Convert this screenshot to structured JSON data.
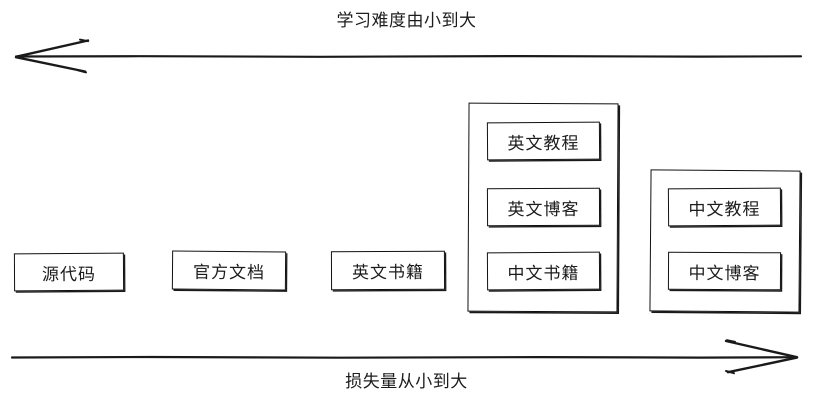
{
  "diagram": {
    "top_axis": {
      "label": "学习难度由小到大",
      "direction": "left",
      "arrow_name": "difficulty-axis-arrow-left"
    },
    "bottom_axis": {
      "label": "损失量从小到大",
      "direction": "right",
      "arrow_name": "loss-axis-arrow-right"
    },
    "nodes": [
      {
        "label": "源代码"
      },
      {
        "label": "官方文档"
      },
      {
        "label": "英文书籍"
      }
    ],
    "groups": [
      {
        "name": "group-english-mixed",
        "items": [
          {
            "label": "英文教程"
          },
          {
            "label": "英文博客"
          },
          {
            "label": "中文书籍"
          }
        ]
      },
      {
        "name": "group-chinese",
        "items": [
          {
            "label": "中文教程"
          },
          {
            "label": "中文博客"
          }
        ]
      }
    ],
    "colors": {
      "stroke": "#111111",
      "text": "#1c1c1c",
      "background": "#ffffff"
    }
  }
}
